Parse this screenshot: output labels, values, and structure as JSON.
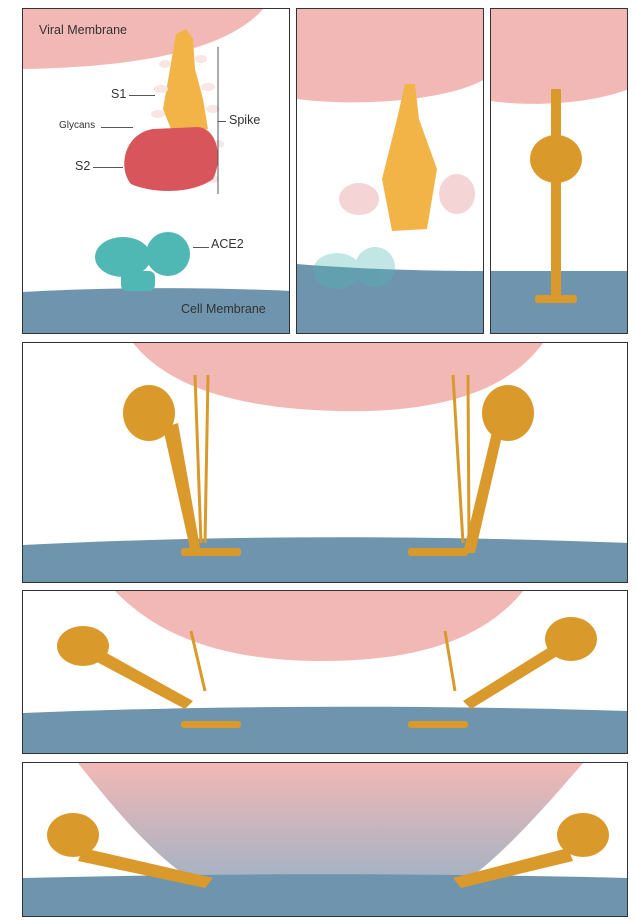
{
  "labels": {
    "viral_membrane": "Viral Membrane",
    "s1": "S1",
    "glycans": "Glycans",
    "s2": "S2",
    "spike": "Spike",
    "ace2": "ACE2",
    "cell_membrane": "Cell Membrane"
  },
  "colors": {
    "viral_membrane": "#f2b8b5",
    "cell_membrane": "#6f94ad",
    "spike_s1": "#f3b447",
    "spike_s2": "#d9555c",
    "glycan": "#f7e6e3",
    "ace2": "#4fb8b5",
    "fusion_helix": "#d99a2b",
    "panel_border": "#333333"
  }
}
